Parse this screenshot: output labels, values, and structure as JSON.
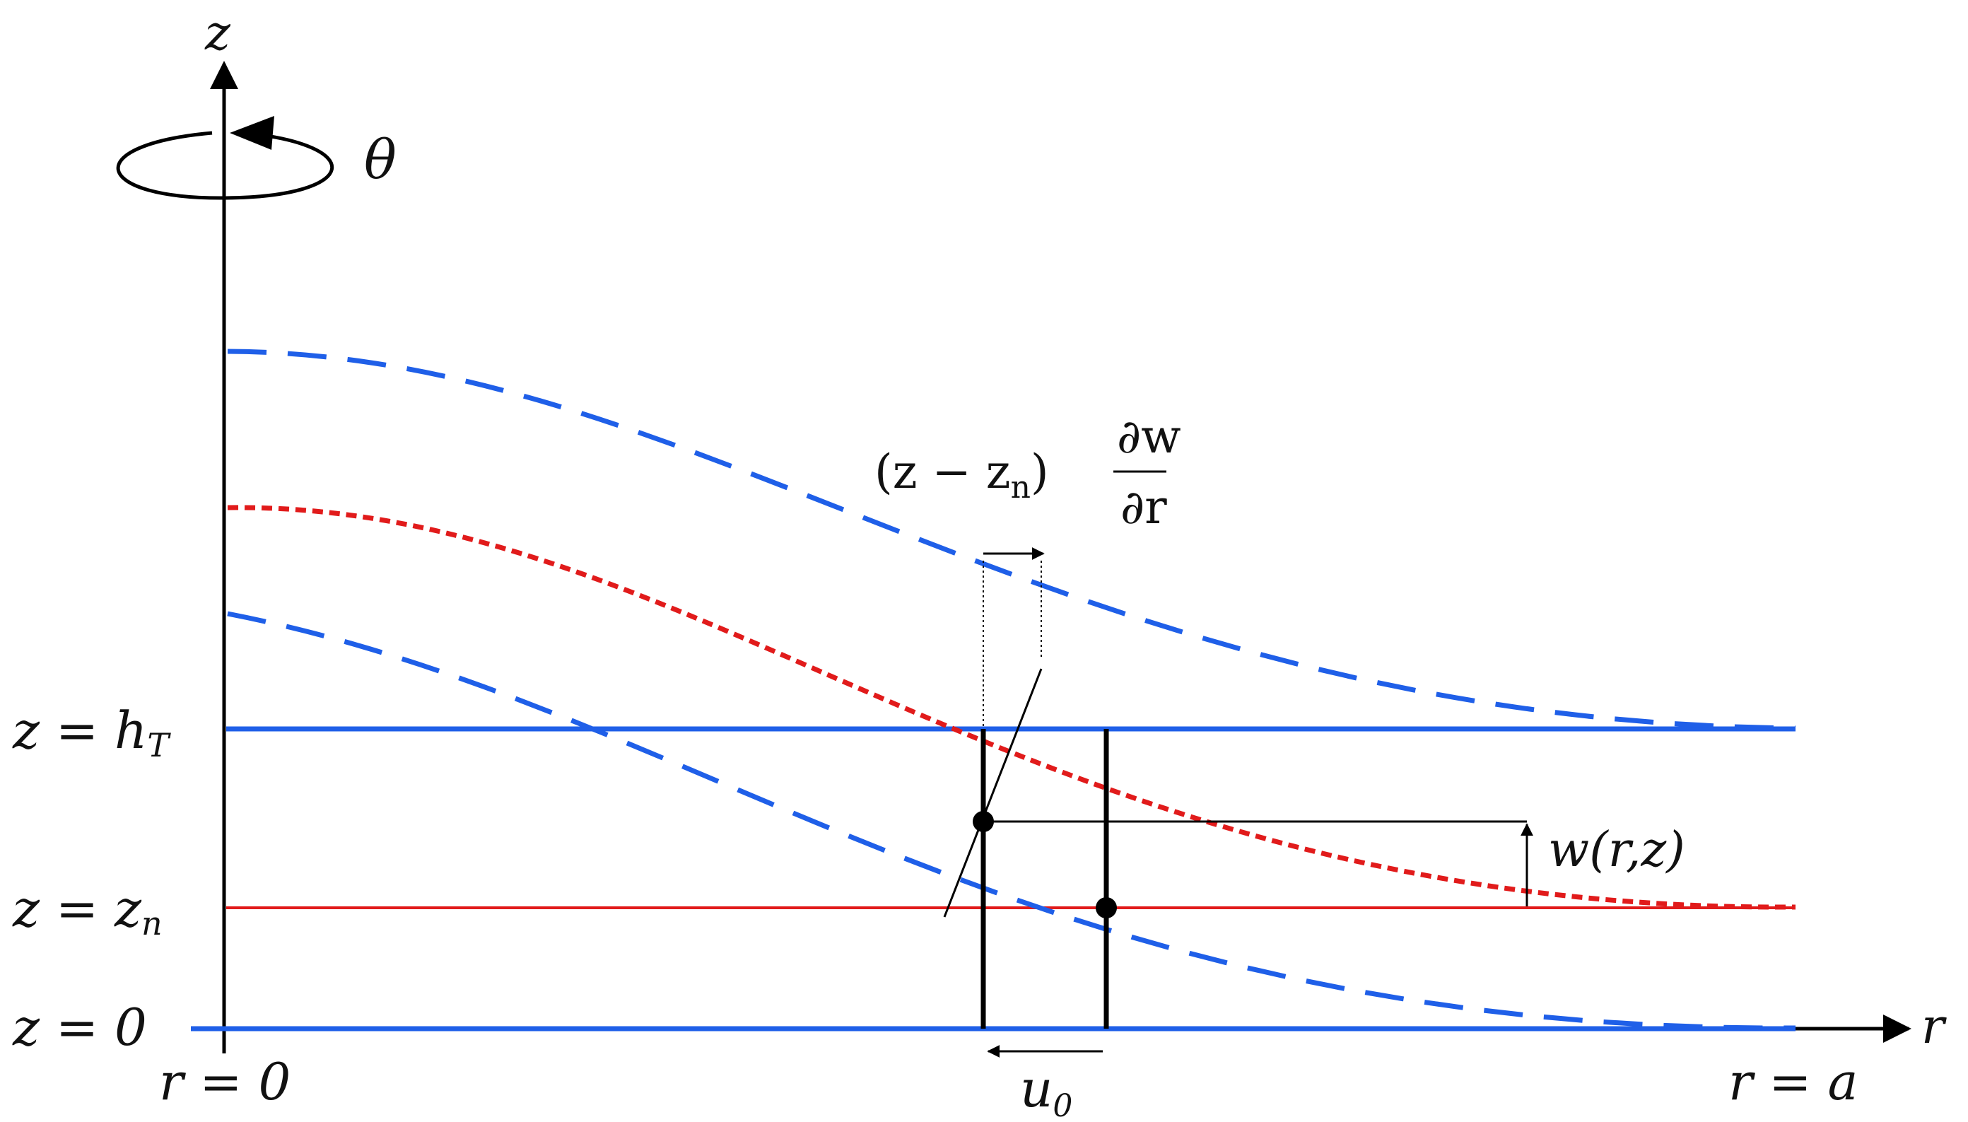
{
  "labels": {
    "z_axis": "z",
    "r_axis": "r",
    "theta": "θ",
    "z_eq": "z = ",
    "h": "h",
    "T": "T",
    "z_var": "z",
    "n": "n",
    "zero": "0",
    "r_eq": "r = ",
    "a": "a",
    "w_label": "w(r,z)",
    "u": "u",
    "u_sub": "0",
    "expr_open": "(z − z",
    "expr_sub": "n",
    "expr_close": ")",
    "partial_w": "∂w",
    "partial_r": "∂r"
  },
  "colors": {
    "blue": "#1f5fe8",
    "red": "#e11b1b",
    "black": "#000000"
  }
}
